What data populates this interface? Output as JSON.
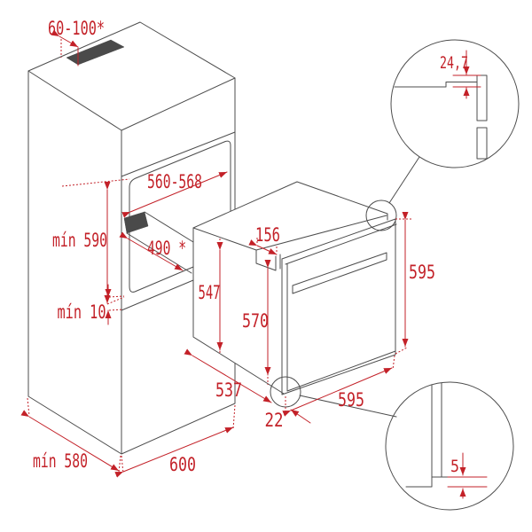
{
  "diagram": {
    "type": "oven-built-in-installation-drawing",
    "colors": {
      "line": "#4d4d4d",
      "dimension_red": "#c32128",
      "dark_fill": "#4a4a4a",
      "background": "#ffffff"
    },
    "dimensions": {
      "vent_slot_width": "60-100*",
      "niche_width": "560-568",
      "niche_height_min": "mín 590",
      "niche_shelf_depth": "490 *",
      "bottom_clearance_min": "mín 10",
      "cabinet_depth_min": "mín 580",
      "cabinet_width": "600",
      "oven_body_depth": "537",
      "door_overhang": "22",
      "oven_width": "595",
      "oven_height": "595",
      "oven_body_height": "547",
      "oven_front_height": "570",
      "top_frame_depth": "156",
      "detail_top_step": "24,7",
      "detail_bottom_gap": "5"
    }
  }
}
